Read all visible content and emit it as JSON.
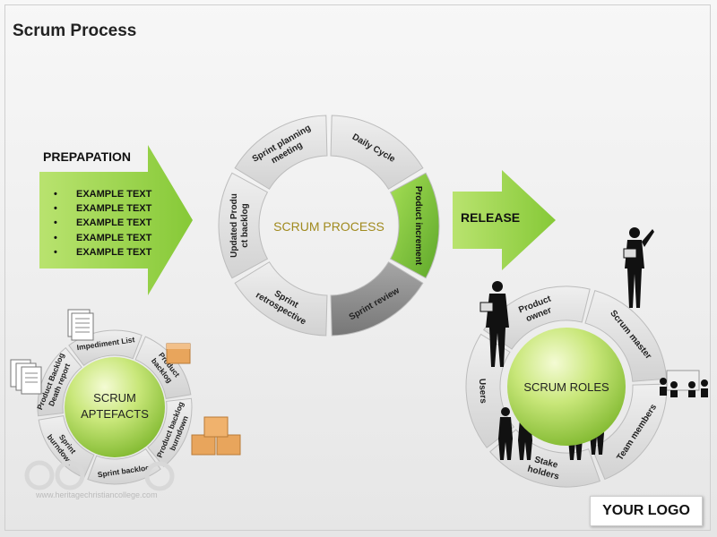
{
  "title": "Scrum Process",
  "preparation": {
    "label": "PREPAPATION",
    "items": [
      "EXAMPLE TEXT",
      "EXAMPLE TEXT",
      "EXAMPLE TEXT",
      "EXAMPLE TEXT",
      "EXAMPLE TEXT"
    ]
  },
  "release_label": "RELEASE",
  "process_cycle": {
    "center_label": "SCRUM PROCESS",
    "segments": [
      "Daily Cycle",
      "Product increment",
      "Sprint review",
      "Sprint retrospective",
      "Updated Product backlog",
      "Sprint planning meeting"
    ],
    "segments_lines": [
      [
        "Daily Cycle"
      ],
      [
        "Product increment"
      ],
      [
        "Sprint review"
      ],
      [
        "Sprint",
        "retrospective"
      ],
      [
        "Updated Produ",
        "ct backlog"
      ],
      [
        "Sprint planning",
        "meeting"
      ]
    ],
    "highlight_color": "#7ac143",
    "segment_color": "#dcdcdc",
    "dark_segment_color": "#8c8c8c"
  },
  "artefacts": {
    "center_label": "SCRUM APTEFACTS",
    "center_lines": [
      "SCRUM",
      "APTEFACTS"
    ],
    "segments_lines": [
      [
        "Product",
        "backlog"
      ],
      [
        "Product backlog",
        "burndown"
      ],
      [
        "Sprint backlog"
      ],
      [
        "Sprint",
        "burndown"
      ],
      [
        "Product Backlog",
        "Death report"
      ],
      [
        "Impediment List"
      ]
    ]
  },
  "roles": {
    "center_label": "SCRUM ROLES",
    "segments_lines": [
      [
        "Scrum master"
      ],
      [
        "Team members"
      ],
      [
        "Stake",
        "holders"
      ],
      [
        "Users"
      ],
      [
        "Product",
        "owner"
      ]
    ]
  },
  "watermark": "www.heritagechristiancollege.com",
  "logo": "YOUR LOGO",
  "colors": {
    "accent_green": "#7ac143",
    "arrow_green": "#8dd13f",
    "grey_segment": "#dcdcdc"
  }
}
